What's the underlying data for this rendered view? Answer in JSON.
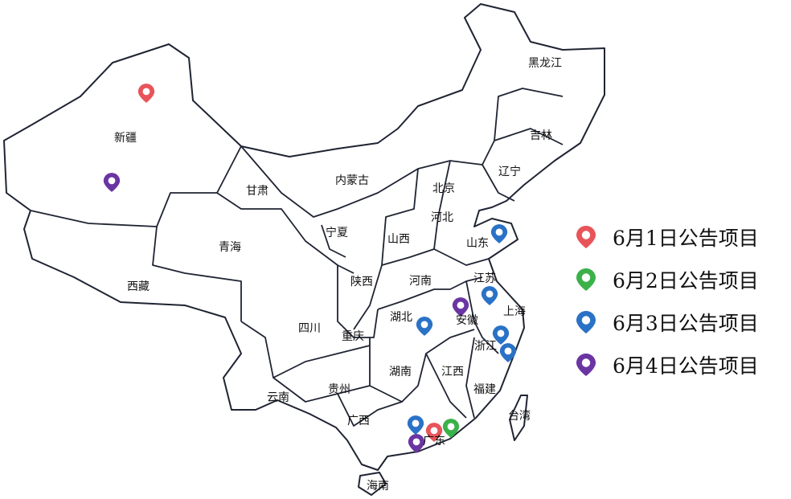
{
  "colors": {
    "day1": "#e8545a",
    "day2": "#3bb14a",
    "day3": "#2a72c6",
    "day4": "#6a35a3",
    "border": "#1f2433"
  },
  "legend": [
    {
      "label": "6月1日公告项目",
      "color": "#e8545a"
    },
    {
      "label": "6月2日公告项目",
      "color": "#3bb14a"
    },
    {
      "label": "6月3日公告项目",
      "color": "#2a72c6"
    },
    {
      "label": "6月4日公告项目",
      "color": "#6a35a3"
    }
  ],
  "provinces": [
    "新疆",
    "西藏",
    "青海",
    "甘肃",
    "内蒙古",
    "黑龙江",
    "吉林",
    "辽宁",
    "北京",
    "河北",
    "山西",
    "宁夏",
    "陕西",
    "山东",
    "河南",
    "江苏",
    "安徽",
    "上海",
    "湖北",
    "四川",
    "重庆",
    "浙江",
    "湖南",
    "江西",
    "贵州",
    "云南",
    "福建",
    "广西",
    "广东",
    "台湾",
    "海南"
  ],
  "markers": [
    {
      "province": "新疆",
      "series": "6月1日公告项目"
    },
    {
      "province": "新疆",
      "series": "6月4日公告项目"
    },
    {
      "province": "山东",
      "series": "6月3日公告项目"
    },
    {
      "province": "江苏",
      "series": "6月3日公告项目"
    },
    {
      "province": "安徽",
      "series": "6月4日公告项目"
    },
    {
      "province": "湖北",
      "series": "6月3日公告项目"
    },
    {
      "province": "浙江",
      "series": "6月3日公告项目"
    },
    {
      "province": "浙江",
      "series": "6月3日公告项目"
    },
    {
      "province": "广东",
      "series": "6月3日公告项目"
    },
    {
      "province": "广东",
      "series": "6月1日公告项目"
    },
    {
      "province": "广东",
      "series": "6月2日公告项目"
    },
    {
      "province": "广东",
      "series": "6月4日公告项目"
    }
  ]
}
